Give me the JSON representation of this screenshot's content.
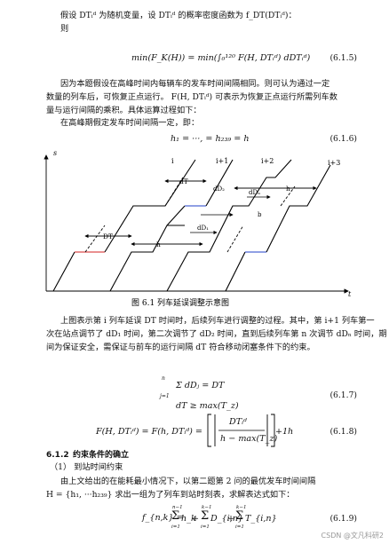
{
  "p1": {
    "l1": "假设 DTᵢᵈ 为随机变量，设 DTᵢᵈ 的概率密度函数为 f_DT(DTᵢᵈ)：",
    "l2": "则"
  },
  "eq_6_1_5": {
    "text": "min(F_K(H)) = min(∫₀¹²⁰ F(H, DTᵢᵈ) dDTᵢᵈ)",
    "num": "(6.1.5)"
  },
  "p2": {
    "l1": "因为本题假设在高峰时间内每辆车的发车时间间隔相同。则可认为通过一定",
    "l2": "数量的列车后，可恢复正点运行。 F(H, DTᵢᵈ) 可表示为恢复正点运行所需列车数",
    "l3": "量与运行间隔的乘积。具体运算过程如下：",
    "l4": "在高峰期假定发车时间间隔一定，即："
  },
  "eq_6_1_6": {
    "text": "h₁ = ···, = h₂₃₉ = h",
    "num": "(6.1.6)"
  },
  "figure": {
    "axis_y": "s",
    "axis_x": "t",
    "trains": [
      "i",
      "i+1",
      "i+2",
      "i+3"
    ],
    "labels": {
      "dt1": "DT",
      "dt2": "dT",
      "h": "h",
      "d1": "dD₁",
      "d2": "dD₂",
      "dn": "dDₙ",
      "b": "b"
    },
    "caption": "图 6.1 列车延误调整示意图",
    "colors": {
      "red": "#d42020",
      "blue": "#2040c8",
      "black": "#000000"
    }
  },
  "p3": {
    "l1": "上图表示第 i 列车延误 DT 时间时，后续列车进行调整的过程。其中，第 i+1 列车第一",
    "l2": "次在站点调节了 dD₁ 时间，第二次调节了 dD₂ 时间，直到后续列车第 n 次调节 dDₙ 时间，期",
    "l3": "间为保证安全，需保证与前车的运行间隔 dT 符合移动闭塞条件下的约束。"
  },
  "eq_6_1_7": {
    "l1": "Σ dDⱼ = DT",
    "sum_top": "n",
    "sum_bot": "j=1",
    "l2": "dT ≥ max(T_z)",
    "num": "(6.1.7)"
  },
  "eq_6_1_8": {
    "lhs": "F(H, DTᵢᵈ) = F(h, DTᵢᵈ) =",
    "frac_num": "DTᵢᵈ",
    "frac_den": "h − max(T_z)",
    "tail": "+1",
    "h": "h",
    "num": "(6.1.8)"
  },
  "sec": {
    "num": "6.1.2",
    "title": "约束条件的确立"
  },
  "sub1": "（1） 到站时间约束",
  "p4": {
    "l1": "由上文给出的在能耗最小情况下，以第二题第 2 问的最优发车时间间隔",
    "l2": "H = {h₁, ···h₂₃₉} 求出一组为了列车到站时刻表，求解表达式如下："
  },
  "eq_6_1_9": {
    "lhs": "f_{n,k} =",
    "s1": "h_k",
    "s1_top": "n−1",
    "s1_bot": "i=1",
    "s2": "D_{i,n}",
    "s2_top": "k−1",
    "s2_bot": "i=1",
    "s3": "T_{i,n}",
    "s3_top": "k−1",
    "s3_bot": "i=1",
    "num": "(6.1.9)"
  },
  "watermark": "CSDN @文凡科研2"
}
